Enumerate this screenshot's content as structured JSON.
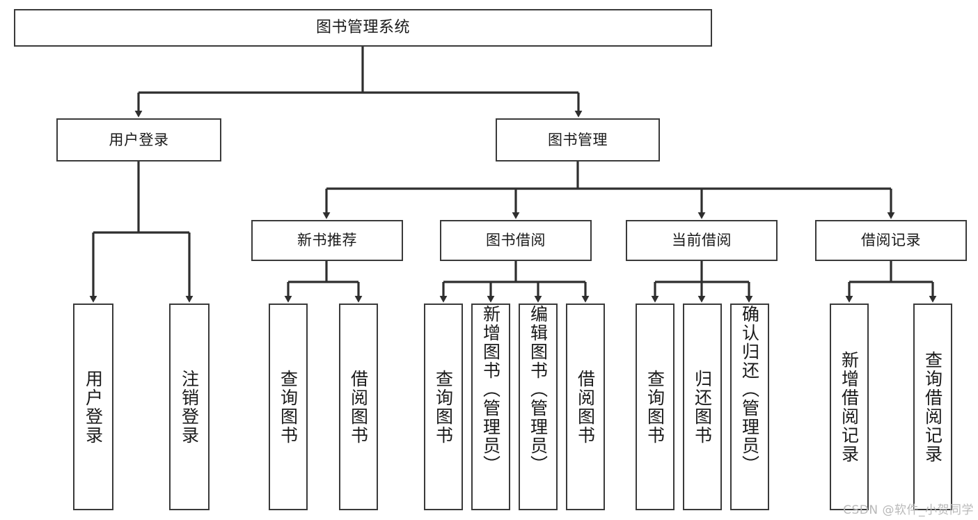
{
  "diagram": {
    "title": "图书管理系统",
    "type": "tree",
    "stroke_color": "#3a3a3a",
    "background_color": "#ffffff",
    "text_color": "#1a1a1a"
  },
  "root": {
    "label": "图书管理系统"
  },
  "level2": [
    {
      "label": "用户登录"
    },
    {
      "label": "图书管理"
    }
  ],
  "level3": [
    {
      "label": "新书推荐"
    },
    {
      "label": "图书借阅"
    },
    {
      "label": "当前借阅"
    },
    {
      "label": "借阅记录"
    }
  ],
  "leaves": {
    "user_login": [
      {
        "label": "用户登录"
      },
      {
        "label": "注销登录"
      }
    ],
    "new_books": [
      {
        "label": "查询图书"
      },
      {
        "label": "借阅图书"
      }
    ],
    "book_borrow": [
      {
        "label": "查询图书"
      },
      {
        "label": "新增图书（管理员）"
      },
      {
        "label": "编辑图书（管理员）"
      },
      {
        "label": "借阅图书"
      }
    ],
    "current_borrow": [
      {
        "label": "查询图书"
      },
      {
        "label": "归还图书"
      },
      {
        "label": "确认归还（管理员）"
      }
    ],
    "borrow_records": [
      {
        "label": "新增借阅记录"
      },
      {
        "label": "查询借阅记录"
      }
    ]
  },
  "watermark": {
    "text": "CSDN @软件_小贺同学"
  }
}
